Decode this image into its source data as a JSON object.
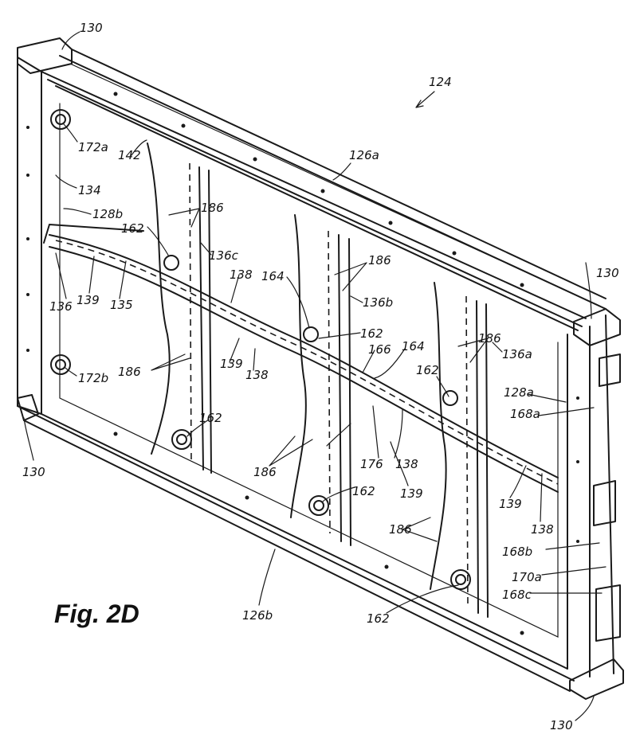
{
  "figure_title": "Fig. 2D",
  "labels": [
    {
      "text": "130"
    },
    {
      "text": "124"
    },
    {
      "text": "172a"
    },
    {
      "text": "142"
    },
    {
      "text": "126a"
    },
    {
      "text": "134"
    },
    {
      "text": "128b"
    },
    {
      "text": "186"
    },
    {
      "text": "162"
    },
    {
      "text": "136c"
    },
    {
      "text": "138"
    },
    {
      "text": "186"
    },
    {
      "text": "136b"
    },
    {
      "text": "164"
    },
    {
      "text": "136"
    },
    {
      "text": "139"
    },
    {
      "text": "135"
    },
    {
      "text": "162"
    },
    {
      "text": "186"
    },
    {
      "text": "130"
    },
    {
      "text": "164"
    },
    {
      "text": "166"
    },
    {
      "text": "162"
    },
    {
      "text": "136a"
    },
    {
      "text": "139"
    },
    {
      "text": "138"
    },
    {
      "text": "128a"
    },
    {
      "text": "168a"
    },
    {
      "text": "186"
    },
    {
      "text": "172b"
    },
    {
      "text": "162"
    },
    {
      "text": "130"
    },
    {
      "text": "176"
    },
    {
      "text": "138"
    },
    {
      "text": "186"
    },
    {
      "text": "139"
    },
    {
      "text": "162"
    },
    {
      "text": "139"
    },
    {
      "text": "138"
    },
    {
      "text": "186"
    },
    {
      "text": "168b"
    },
    {
      "text": "126b"
    },
    {
      "text": "170a"
    },
    {
      "text": "168c"
    },
    {
      "text": "162"
    },
    {
      "text": "130"
    }
  ]
}
